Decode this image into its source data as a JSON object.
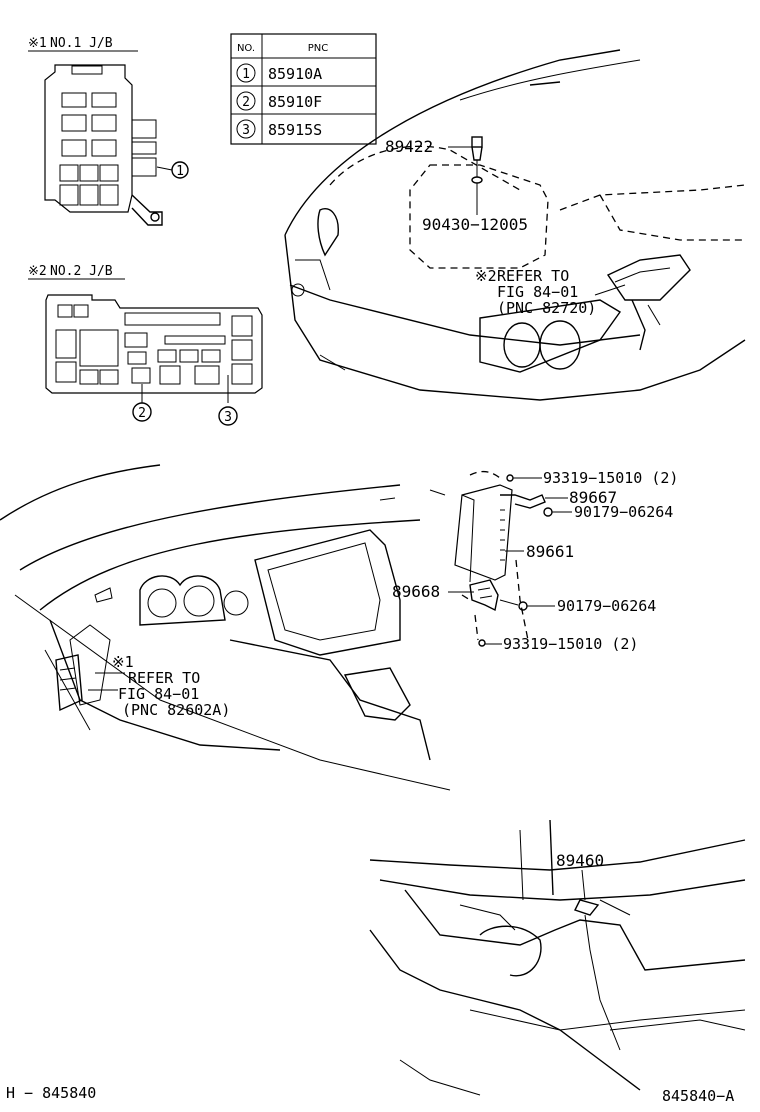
{
  "jb1": {
    "mark": "※1",
    "title": "NO.1 J/B",
    "callout": "1"
  },
  "jb2": {
    "mark": "※2",
    "title": "NO.2 J/B",
    "callouts": [
      "2",
      "3"
    ]
  },
  "pnc_table": {
    "headers": [
      "NO.",
      "PNC"
    ],
    "rows": [
      {
        "no": "1",
        "pnc": "85910A"
      },
      {
        "no": "2",
        "pnc": "85910F"
      },
      {
        "no": "3",
        "pnc": "85915S"
      }
    ]
  },
  "engine_bay": {
    "parts": [
      "89422",
      "90430−12005"
    ],
    "refer": {
      "mark": "※2",
      "line1": "REFER TO",
      "line2": "FIG 84−01",
      "line3": "(PNC 82720)"
    }
  },
  "dashboard": {
    "parts": {
      "p1": "93319−15010 (2)",
      "p2": "89667",
      "p3": "90179−06264",
      "p4": "89661",
      "p5": "89668",
      "p6": "90179−06264",
      "p7": "93319−15010 (2)"
    },
    "refer": {
      "mark": "※1",
      "line1": "REFER TO",
      "line2": "FIG 84−01",
      "line3": "(PNC 82602A)"
    }
  },
  "front": {
    "part": "89460"
  },
  "footer": {
    "left": "H − 845840",
    "right": "845840−A"
  }
}
